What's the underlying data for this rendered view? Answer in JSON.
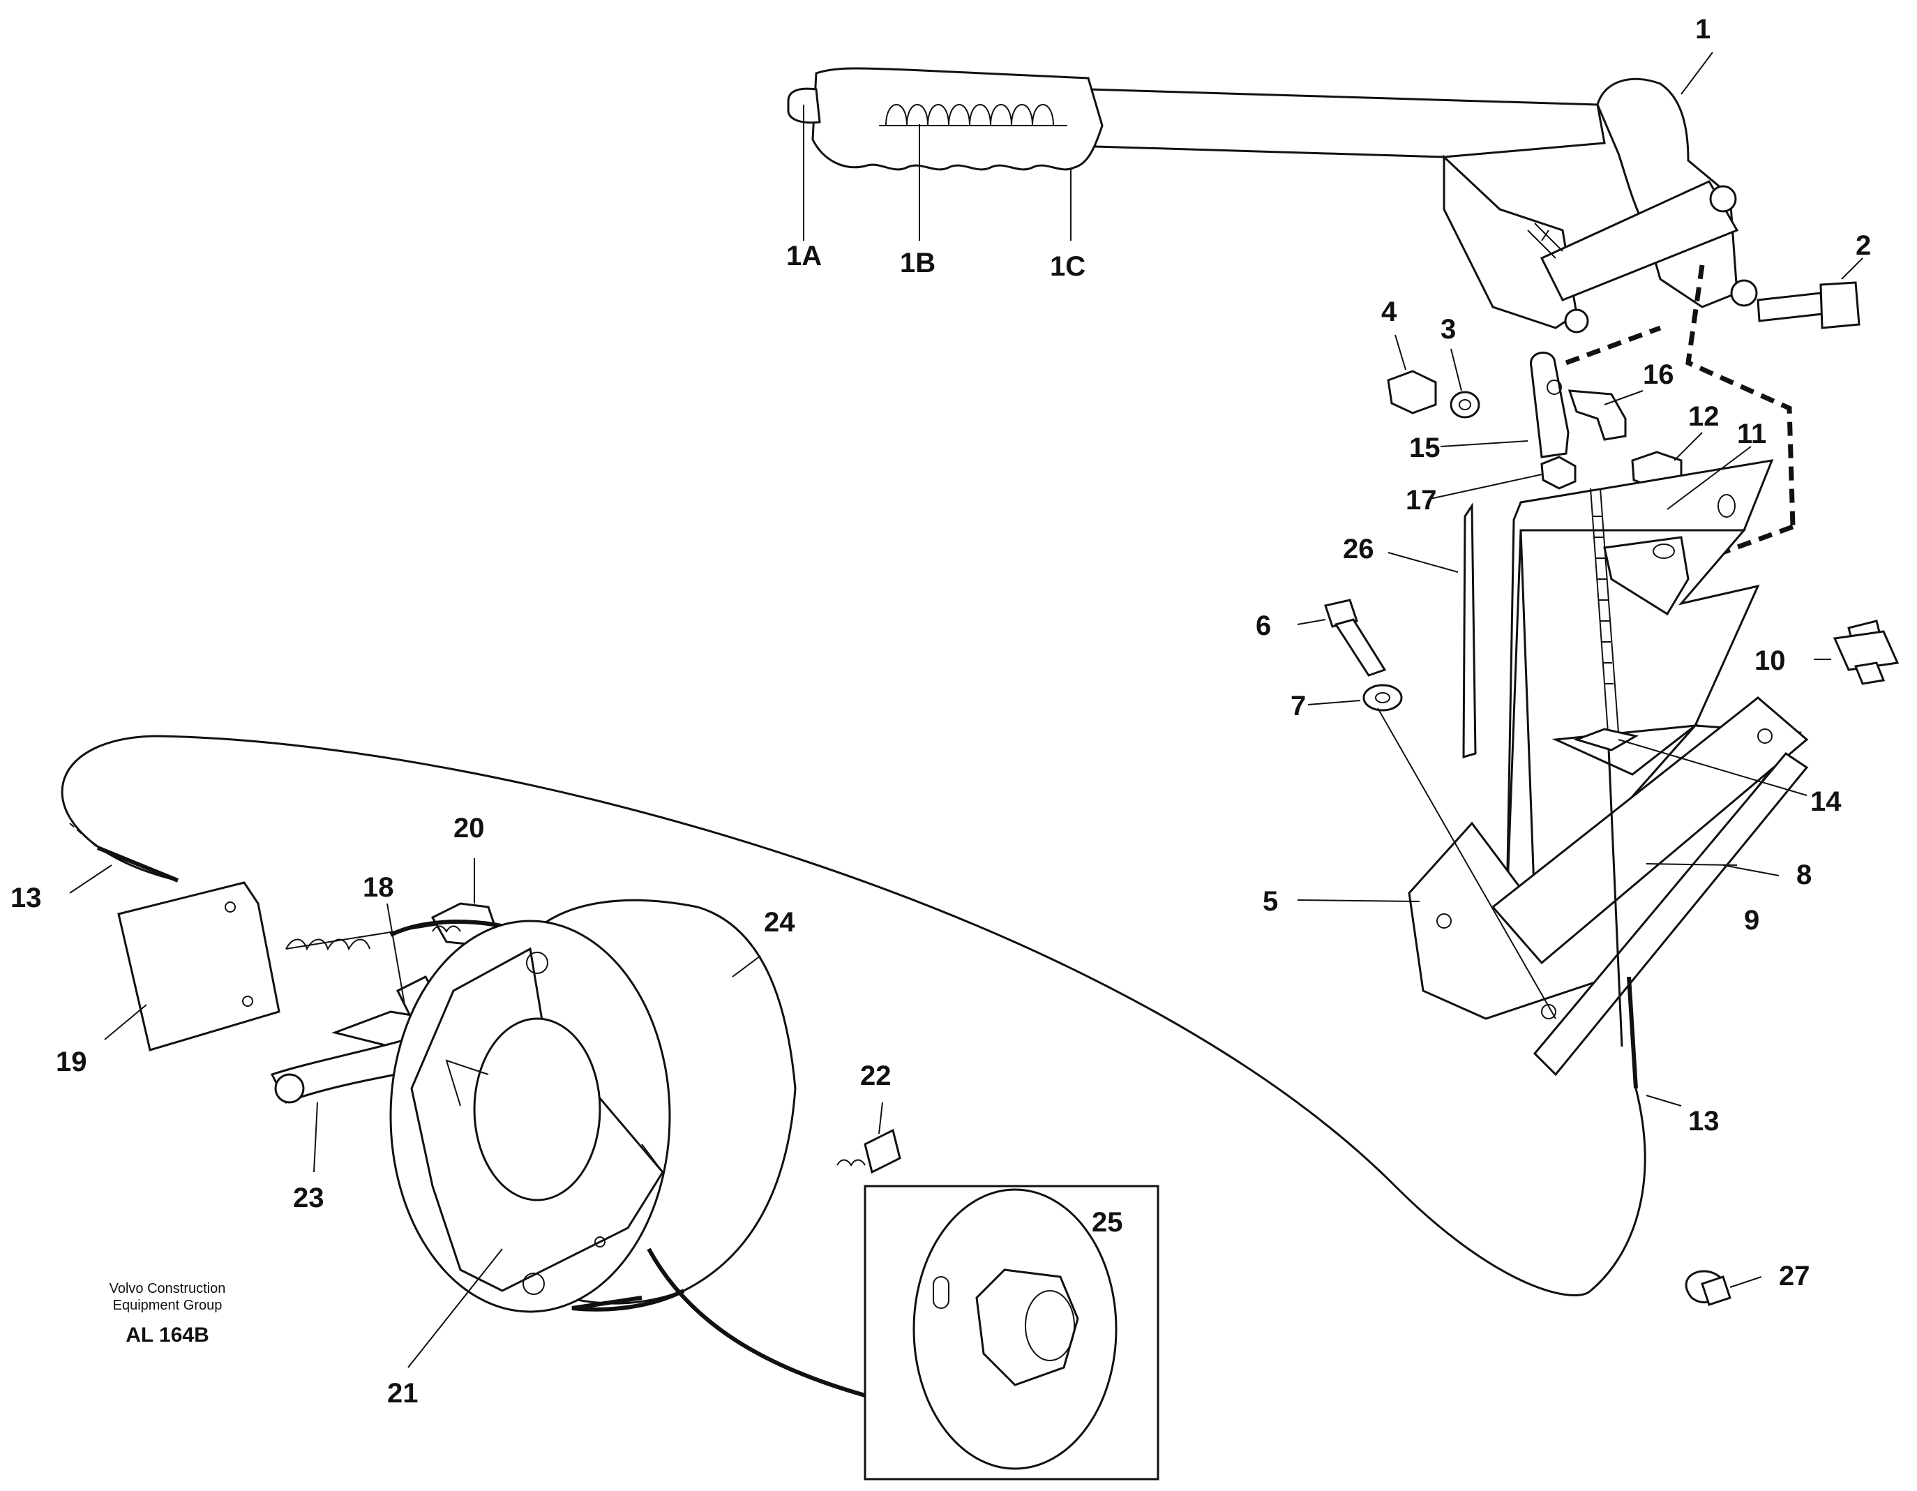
{
  "labels": {
    "l1": "1",
    "l1A": "1A",
    "l1B": "1B",
    "l1C": "1C",
    "l2": "2",
    "l3": "3",
    "l4": "4",
    "l5": "5",
    "l6": "6",
    "l7": "7",
    "l8": "8",
    "l9": "9",
    "l10": "10",
    "l11": "11",
    "l12": "12",
    "l13a": "13",
    "l13b": "13",
    "l14": "14",
    "l15": "15",
    "l16": "16",
    "l17": "17",
    "l18": "18",
    "l19": "19",
    "l20": "20",
    "l21": "21",
    "l22": "22",
    "l23": "23",
    "l24": "24",
    "l25": "25",
    "l26": "26",
    "l27": "27"
  },
  "credit": {
    "line1": "Volvo Construction",
    "line2": "Equipment Group",
    "code": "AL 164B"
  }
}
